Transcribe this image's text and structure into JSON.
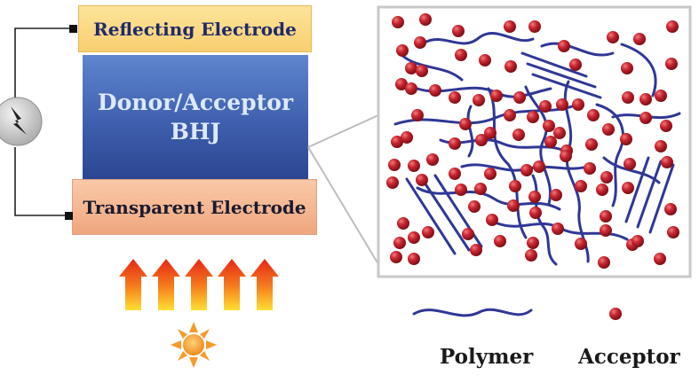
{
  "layers": {
    "reflecting": "Reflecting Electrode",
    "active_line1": "Donor/Acceptor",
    "active_line2": "BHJ",
    "transparent": "Transparent Electrode"
  },
  "legend": {
    "polymer": "Polymer",
    "acceptor": "Acceptor"
  },
  "colors": {
    "polymer": "#2f3796",
    "acceptor": "#c0212a",
    "arrow_top": "#e52616",
    "arrow_bottom": "#ffd31a",
    "sun": "#f59b2b"
  },
  "icons": [
    "lightning-load-icon",
    "sun-icon",
    "light-arrow-icon"
  ]
}
